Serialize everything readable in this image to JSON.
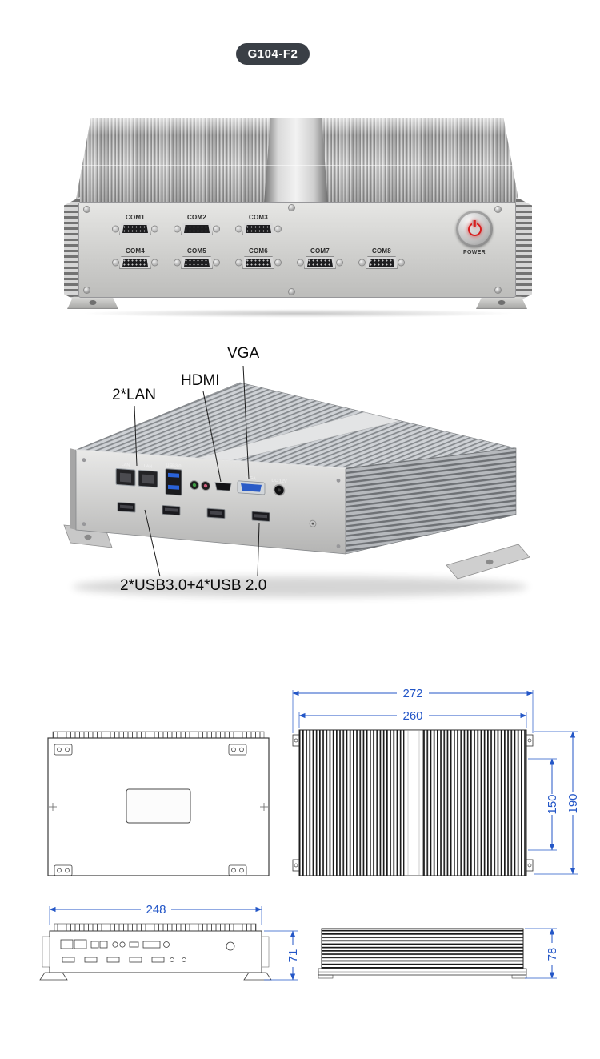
{
  "badge": {
    "model": "G104-F2"
  },
  "front_view": {
    "com_ports": [
      "COM1",
      "COM2",
      "COM3",
      "COM4",
      "COM5",
      "COM6",
      "COM7",
      "COM8"
    ],
    "power_label": "POWER"
  },
  "rear_view": {
    "callout_vga": "VGA",
    "callout_hdmi": "HDMI",
    "callout_lan": "2*LAN",
    "callout_usb": "2*USB3.0+4*USB 2.0",
    "port_labels": {
      "lan1": "LAN",
      "lan2": "LAN",
      "usb3": "USB3.0",
      "vga": "VGA",
      "dc": "DC 12V"
    }
  },
  "dimensions": {
    "top_outer_width": "272",
    "top_body_width": "260",
    "top_inner_height": "150",
    "top_outer_height": "190",
    "front_width": "248",
    "front_height": "71",
    "side_height": "78"
  }
}
